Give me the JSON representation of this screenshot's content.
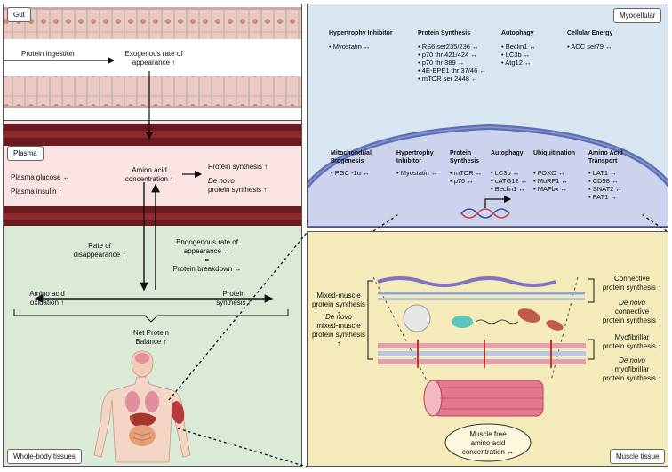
{
  "gut": {
    "tag": "Gut",
    "protein_ingestion": "Protein ingestion",
    "exogenous_line1": "Exogenous rate of",
    "exogenous_line2": "appearance ↑"
  },
  "plasma": {
    "tag": "Plasma",
    "glucose": "Plasma glucose ↔",
    "insulin": "Plasma insulin ↑",
    "aa_line1": "Amino acid",
    "aa_line2": "concentration ↑",
    "protein_synthesis": "Protein synthesis ↑",
    "de_novo": "De novo",
    "de_novo_ps": "protein synthesis ↑"
  },
  "tissues": {
    "tag": "Whole-body tissues",
    "rod_line1": "Rate of",
    "rod_line2": "disappearance ↑",
    "endo_line1": "Endogenous rate of",
    "endo_line2": "appearance ↔",
    "endo_line3": "=",
    "endo_line4": "Protein breakdown ↔",
    "aa_ox_line1": "Amino acid",
    "aa_ox_line2": "oxidation ↑",
    "ps_line1": "Protein",
    "ps_line2": "synthesis ↑",
    "npb_line1": "Net Protein",
    "npb_line2": "Balance ↑"
  },
  "myocellular": {
    "tag": "Myocellular",
    "top_groups": [
      {
        "title": "Hypertrophy Inhibitor",
        "items": [
          "Myostatin ↔"
        ]
      },
      {
        "title": "Protein Synthesis",
        "items": [
          "RS6 ser235/236 ↔",
          "p70 thr 421/424 ↔",
          "p70 thr 389 ↔",
          "4E-BPE1 thr 37/46 ↔",
          "mTOR ser 2448 ↔"
        ]
      },
      {
        "title": "Autophagy",
        "items": [
          "Beclin1 ↔",
          "LC3b ↔",
          "Atg12 ↔"
        ]
      },
      {
        "title": "Cellular Energy",
        "items": [
          "ACC ser79 ↔"
        ]
      }
    ],
    "bottom_groups": [
      {
        "title": "Mitochondrial Biogenesis",
        "items": [
          "PGC -1α ↔"
        ]
      },
      {
        "title": "Hypertrophy Inhibitor",
        "items": [
          "Myostatin ↔"
        ]
      },
      {
        "title": "Protein Synthesis",
        "items": [
          "mTOR ↔",
          "p70 ↔"
        ]
      },
      {
        "title": "Autophagy",
        "items": [
          "LC3b ↔",
          "cATG12 ↔",
          "Beclin1 ↔"
        ]
      },
      {
        "title": "Ubiquitination",
        "items": [
          "FOXO ↔",
          "MuRF1 ↔",
          "MAFbx ↔"
        ]
      },
      {
        "title": "Amino Acid Transport",
        "items": [
          "LAT1 ↔",
          "CD98 ↔",
          "SNAT2 ↔",
          "PAT1 ↔"
        ]
      }
    ]
  },
  "muscle": {
    "tag": "Muscle tissue",
    "mixed_line1": "Mixed-muscle",
    "mixed_line2": "protein synthesis ↑",
    "dn_mixed_line1": "De novo",
    "dn_mixed_line2": "mixed-muscle",
    "dn_mixed_line3": "protein synthesis ↑",
    "conn_line1": "Connective",
    "conn_line2": "protein synthesis ↑",
    "dn_conn_line1": "De novo",
    "dn_conn_line2": "connective",
    "dn_conn_line3": "protein synthesis ↑",
    "myo_line1": "Myofibrillar",
    "myo_line2": "protein synthesis ↑",
    "dn_myo_line1": "De novo",
    "dn_myo_line2": "myofibrillar",
    "dn_myo_line3": "protein synthesis ↑",
    "free_aa_line1": "Muscle free",
    "free_aa_line2": "amino acid",
    "free_aa_line3": "concentration ↔"
  }
}
